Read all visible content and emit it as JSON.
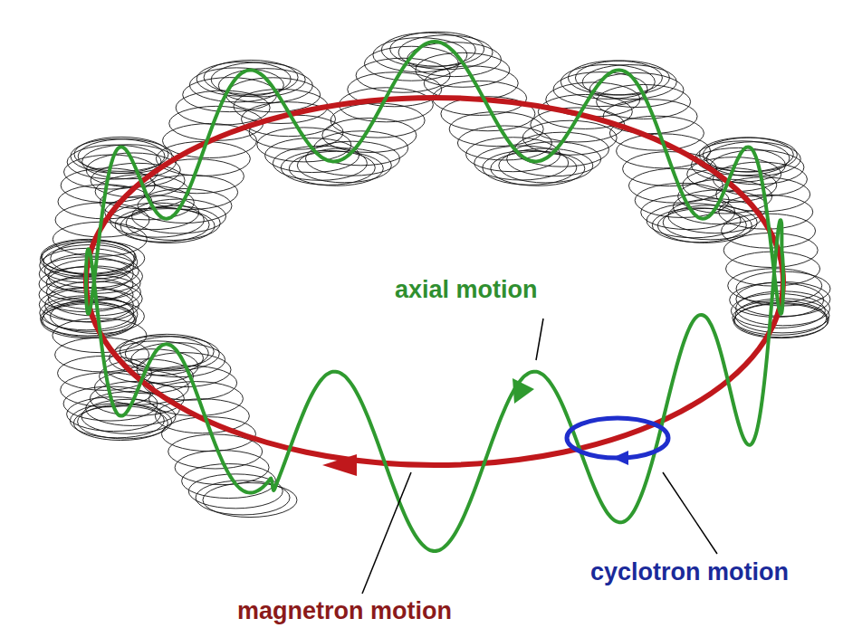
{
  "diagram": {
    "labels": [
      "axial motion",
      "cyclotron motion",
      "magnetron motion"
    ]
  }
}
